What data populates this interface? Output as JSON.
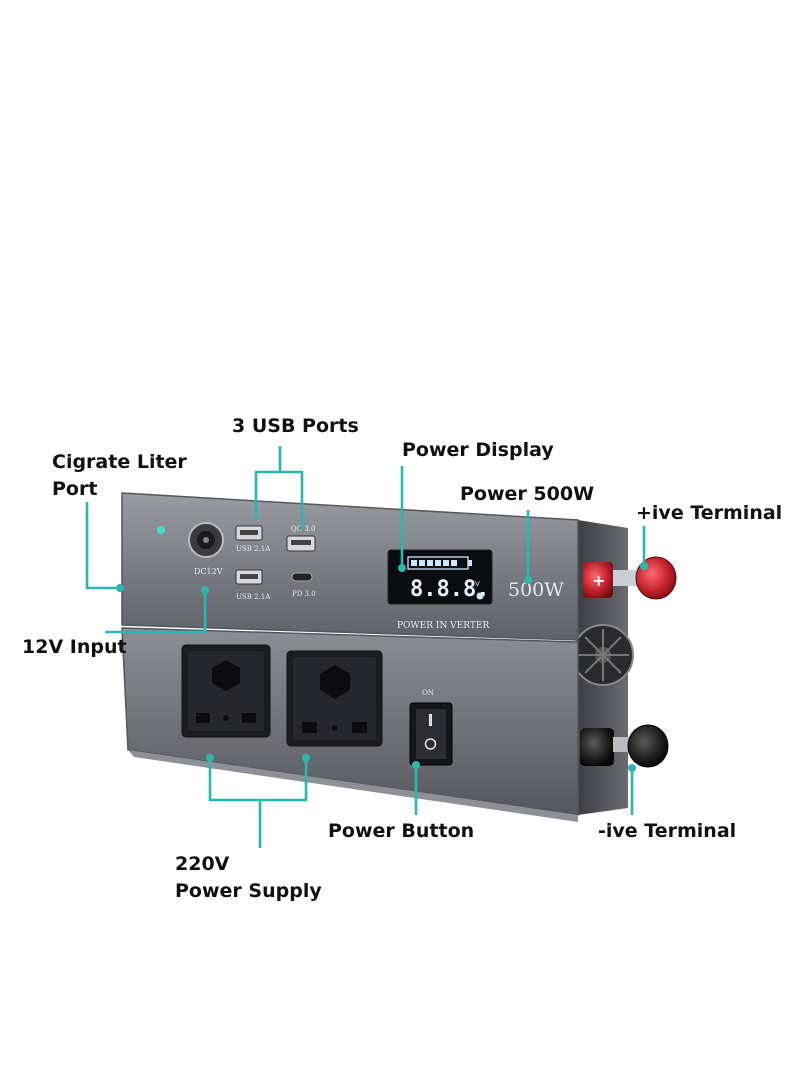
{
  "colors": {
    "leader": "#2ab7b0",
    "body": "#6f7177",
    "body_dark": "#4d4f55",
    "positive_terminal": "#c0202a",
    "negative_terminal": "#1e1e1e",
    "display_digits": "#e8f2ff"
  },
  "callouts": {
    "usb_ports": "3 USB Ports",
    "power_display": "Power Display",
    "cigarette_line1": "Cigrate Liter",
    "cigarette_line2": "Port",
    "power_rating": "Power 500W",
    "positive_terminal": "+ive Terminal",
    "input_12v": "12V Input",
    "power_button": "Power Button",
    "negative_terminal": "-ive Terminal",
    "supply_line1": "220V",
    "supply_line2": "Power Supply"
  },
  "panel": {
    "dc_port": "DC12V",
    "usb1": "USB 2.1A",
    "usb2": "USB 2.1A",
    "qc": "QC 3.0",
    "pd": "PD 3.0",
    "display_digits": "8.8.8.",
    "display_unit": "V",
    "wattage": "500W",
    "brand": "POWER IN VERTER",
    "switch_on": "ON",
    "terminal_plus": "+"
  }
}
